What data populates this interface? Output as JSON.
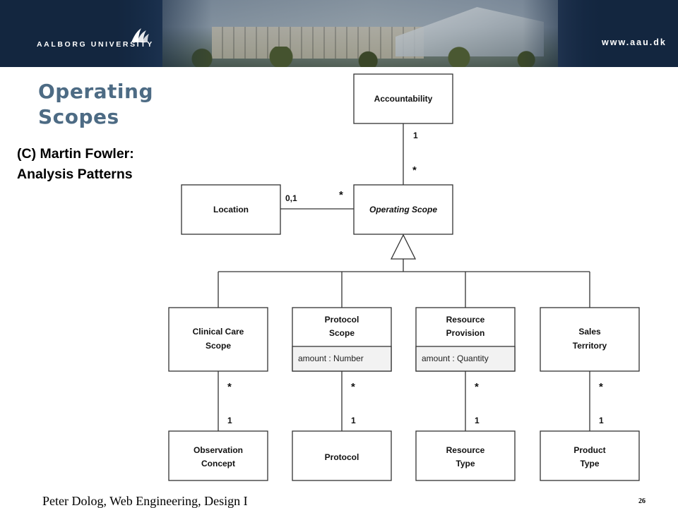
{
  "header": {
    "university": "AALBORG UNIVERSITY",
    "url": "www.aau.dk",
    "logo_icon": "aau-wave-logo-icon"
  },
  "slide": {
    "title_line1": "Operating",
    "title_line2": "Scopes",
    "credit_line1": "(C) Martin Fowler:",
    "credit_line2": "Analysis Patterns"
  },
  "diagram": {
    "classes": {
      "accountability": {
        "name": "Accountability"
      },
      "operating_scope": {
        "name": "Operating Scope"
      },
      "location": {
        "name": "Location"
      },
      "clinical_care_scope": {
        "name_line1": "Clinical Care",
        "name_line2": "Scope"
      },
      "protocol_scope": {
        "name_line1": "Protocol",
        "name_line2": "Scope",
        "attribute": "amount : Number"
      },
      "resource_provision": {
        "name_line1": "Resource",
        "name_line2": "Provision",
        "attribute": "amount : Quantity"
      },
      "sales_territory": {
        "name_line1": "Sales",
        "name_line2": "Territory"
      },
      "observation_concept": {
        "name_line1": "Observation",
        "name_line2": "Concept"
      },
      "protocol": {
        "name": "Protocol"
      },
      "resource_type": {
        "name_line1": "Resource",
        "name_line2": "Type"
      },
      "product_type": {
        "name_line1": "Product",
        "name_line2": "Type"
      }
    },
    "multiplicities": {
      "accountability_end": "1",
      "operating_scope_end_top": "*",
      "location_end": "0,1",
      "operating_scope_end_left": "*",
      "many": "*",
      "one": "1"
    }
  },
  "footer": {
    "author": "Peter Dolog, Web Engineering, Design I",
    "page_number": "26"
  }
}
